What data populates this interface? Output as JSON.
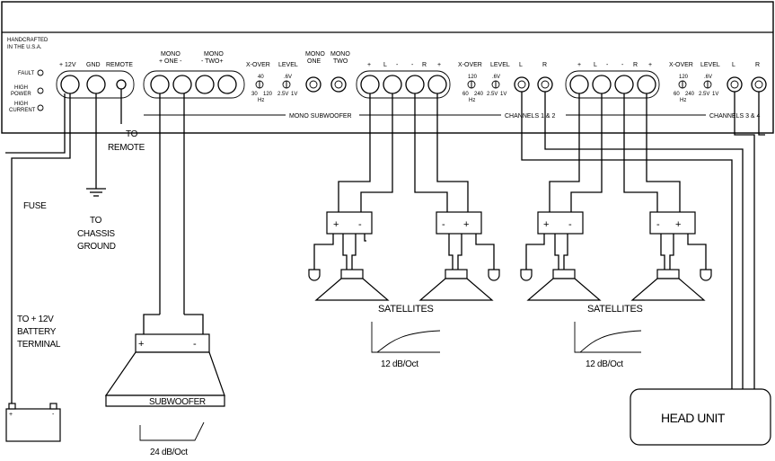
{
  "panel": {
    "made_in_line1": "HANDCRAFTED",
    "made_in_line2": "IN THE U.S.A.",
    "indicators": [
      "FAULT",
      "HIGH POWER",
      "HIGH CURRENT"
    ],
    "power_terminals": [
      "+ 12V",
      "GND",
      "REMOTE"
    ],
    "mono_one_label": [
      "MONO",
      "+ ONE -"
    ],
    "mono_two_label": [
      "MONO",
      "- TWO+"
    ],
    "xover": "X-OVER",
    "level": "LEVEL",
    "mono_one_rca": [
      "MONO",
      "ONE"
    ],
    "mono_two_rca": [
      "MONO",
      "TWO"
    ],
    "ch12_terminals": [
      "+",
      "L",
      "-",
      "-",
      "R",
      "+"
    ],
    "ch34_terminals": [
      "+",
      "L",
      "-",
      "-",
      "R",
      "+"
    ],
    "rca_lr": [
      "L",
      "R"
    ],
    "knob_scale_mono": [
      "40",
      "30",
      "120",
      "Hz"
    ],
    "knob_scale_level": [
      ".6V",
      "2.5V",
      "1V"
    ],
    "knob_scale_ch": [
      "120",
      "60",
      "240",
      "Hz"
    ],
    "section_mono": "MONO SUBWOOFER",
    "section_ch12": "CHANNELS 1 & 2",
    "section_ch34": "CHANNELS 3 & 4"
  },
  "labels": {
    "fuse": "FUSE",
    "to_remote": [
      "TO",
      "REMOTE"
    ],
    "to_chassis": [
      "TO",
      "CHASSIS",
      "GROUND"
    ],
    "to_battery": [
      "TO + 12V",
      "BATTERY",
      "TERMINAL"
    ],
    "subwoofer": "SUBWOOFER",
    "satellites_left": "SATELLITES",
    "satellites_right": "SATELLITES",
    "slope_sub": "24 dB/Oct",
    "slope_sat_left": "12 dB/Oct",
    "slope_sat_right": "12 dB/Oct",
    "head_unit": "HEAD UNIT",
    "plus": "+",
    "minus": "-"
  }
}
